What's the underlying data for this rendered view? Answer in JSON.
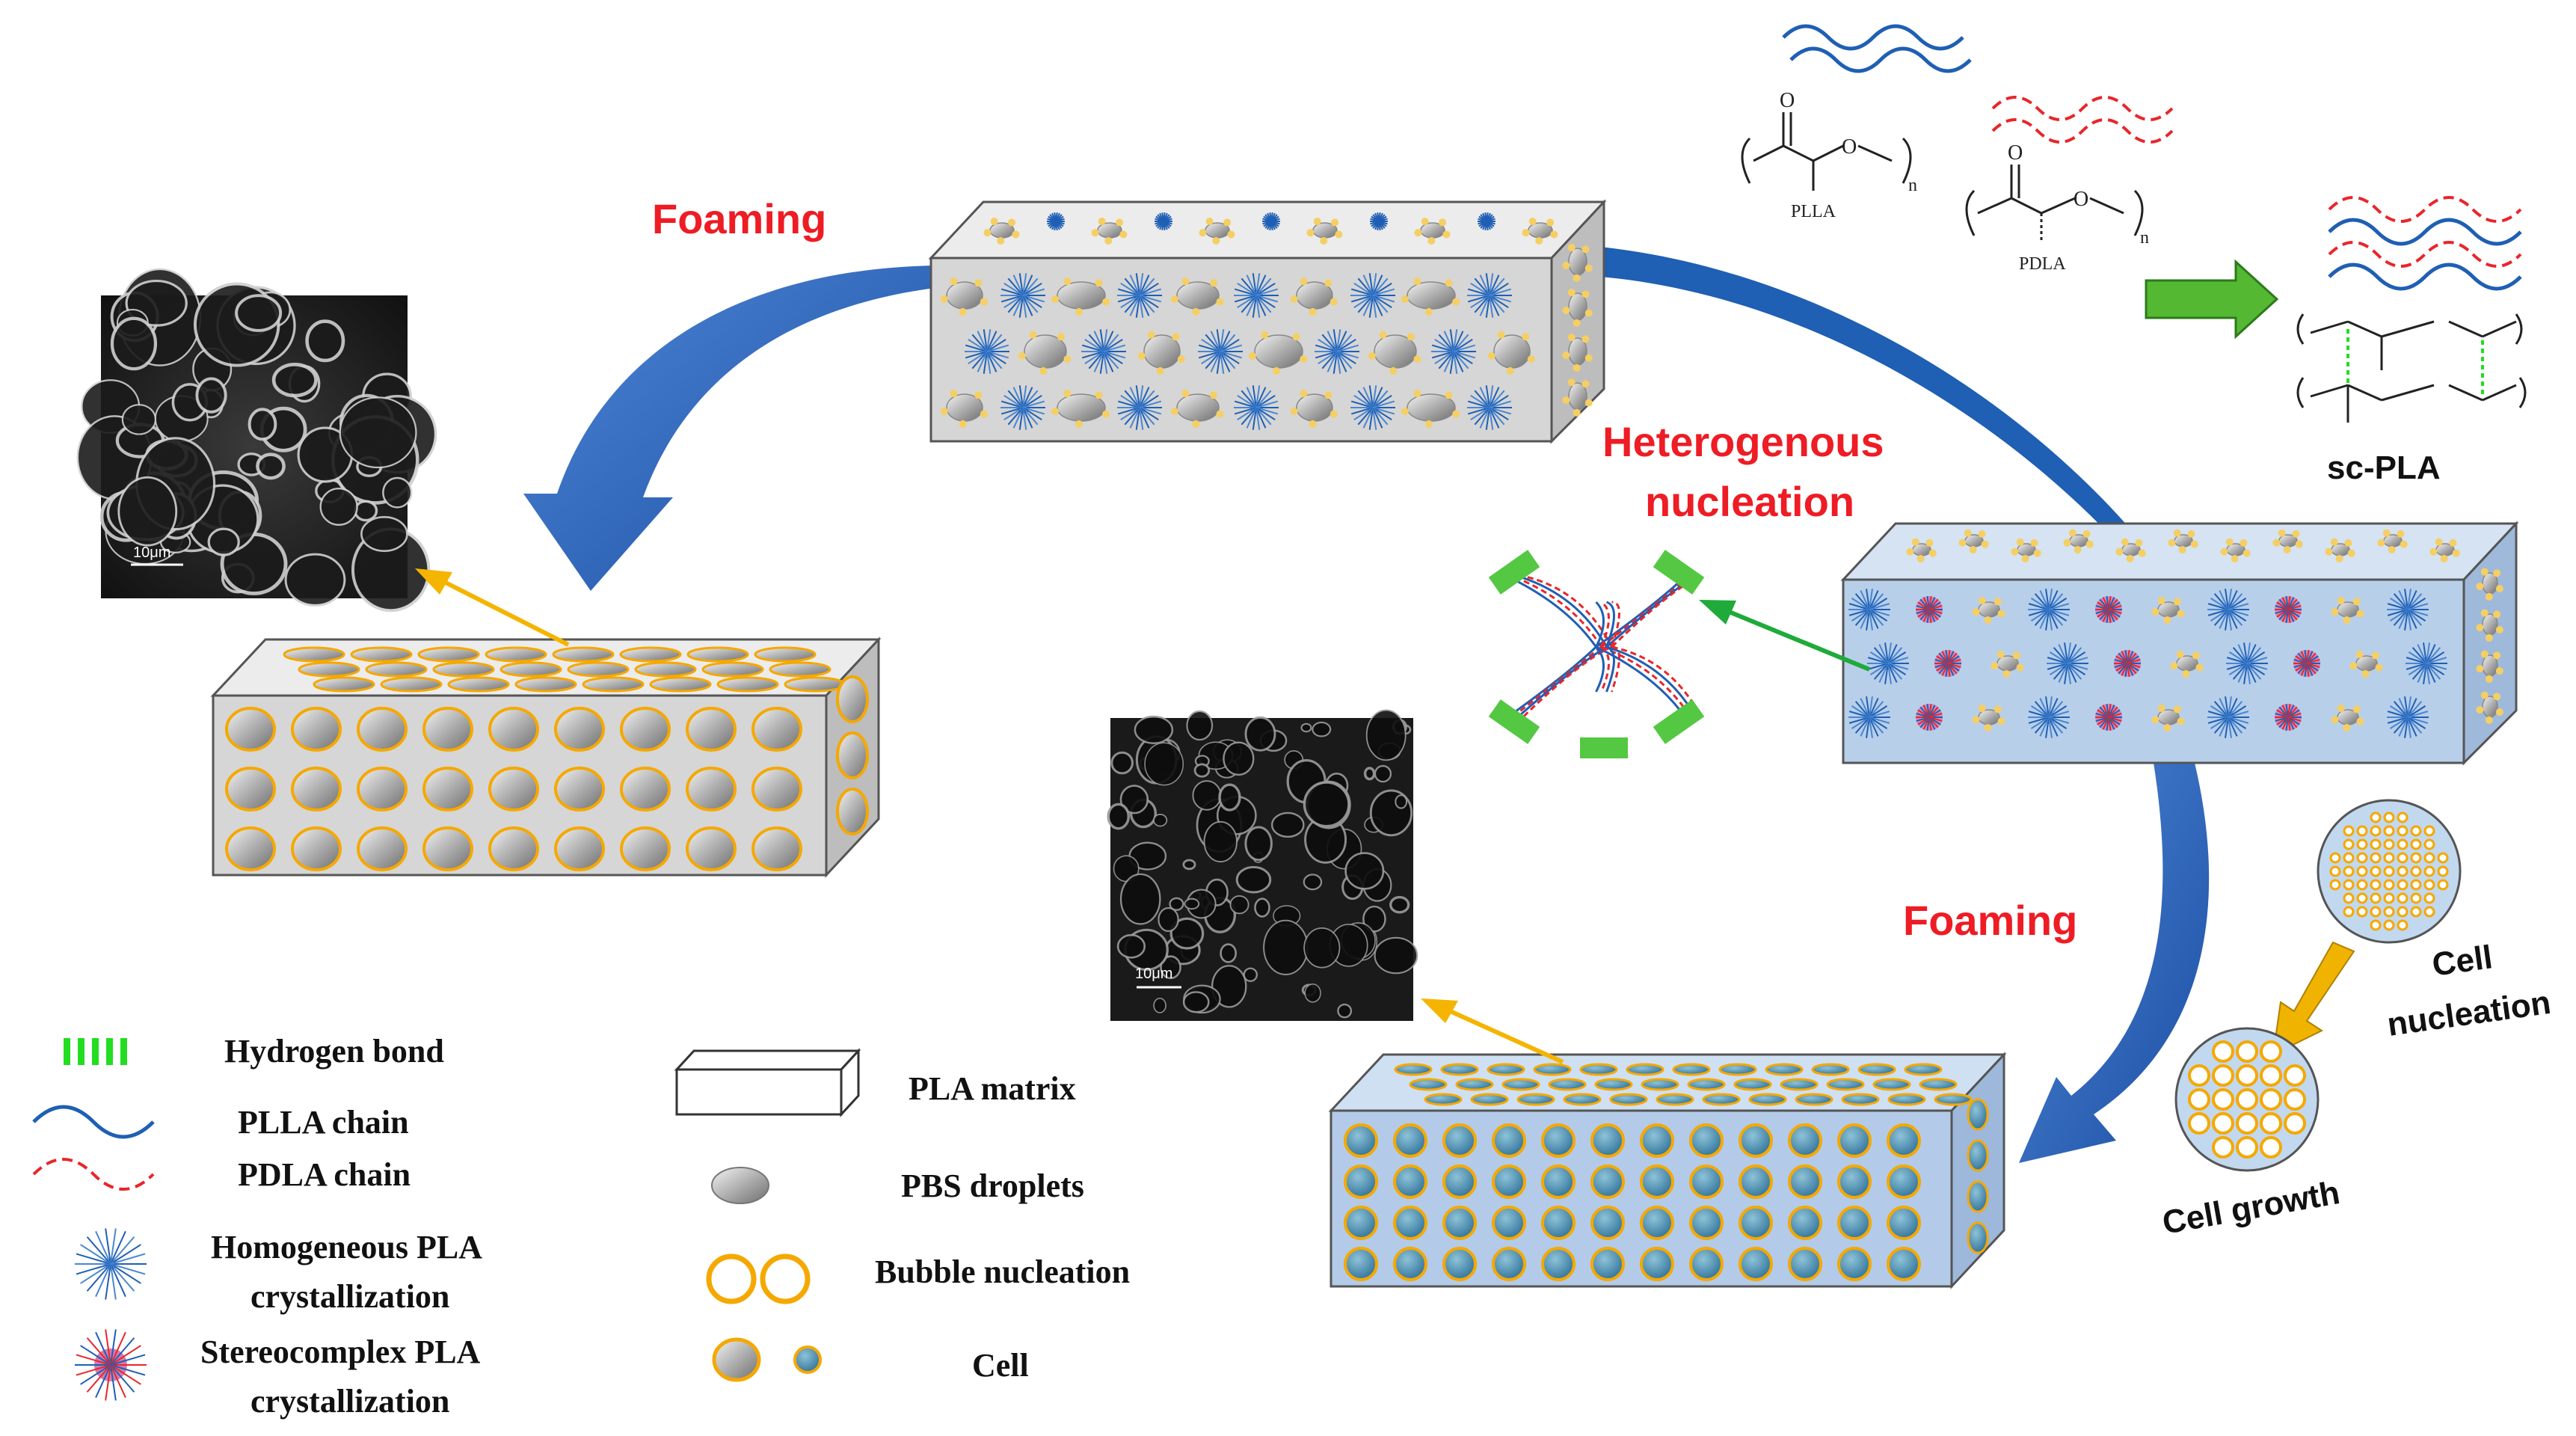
{
  "labels": {
    "foaming_top": "Foaming",
    "foaming_right": "Foaming",
    "heterogenous_nucleation_line1": "Heterogenous",
    "heterogenous_nucleation_line2": "nucleation",
    "cell_nucleation_line1": "Cell",
    "cell_nucleation_line2": "nucleation",
    "cell_growth": "Cell growth",
    "sc_pla": "sc-PLA"
  },
  "chemistry": {
    "plla_label": "PLLA",
    "pdla_label": "PDLA",
    "subscript_n": "n",
    "atom_o": "O"
  },
  "sem_images": {
    "left_scale_bar": "10μm",
    "center_scale_bar": "10μm"
  },
  "legend_left": [
    {
      "key": "hydrogen_bond",
      "label": "Hydrogen bond"
    },
    {
      "key": "plla_chain",
      "label": "PLLA chain"
    },
    {
      "key": "pdla_chain",
      "label": "PDLA chain"
    },
    {
      "key": "homogeneous",
      "label_line1": "Homogeneous PLA",
      "label_line2": "crystallization"
    },
    {
      "key": "stereocomplex",
      "label_line1": "Stereocomplex PLA",
      "label_line2": "crystallization"
    }
  ],
  "legend_center": [
    {
      "key": "pla_matrix",
      "label": "PLA matrix"
    },
    {
      "key": "pbs_droplets",
      "label": "PBS droplets"
    },
    {
      "key": "bubble_nucleation",
      "label": "Bubble nucleation"
    },
    {
      "key": "cell",
      "label": "Cell"
    }
  ],
  "colors": {
    "arrow_blue": "#1f5fb4",
    "label_red": "#ee1c24",
    "bubble_orange": "#f5a800",
    "matrix_gray": "#d9d9d9",
    "matrix_blue": "#b6cde8",
    "cell_teal": "#4a8fb0",
    "plla_blue": "#1f5fb4",
    "pdla_red": "#e8262b",
    "hbond_green": "#22dd22",
    "pointer_yellow": "#f5b400",
    "pointer_green": "#1faa3a",
    "block_arrow_green": "#54b832"
  }
}
